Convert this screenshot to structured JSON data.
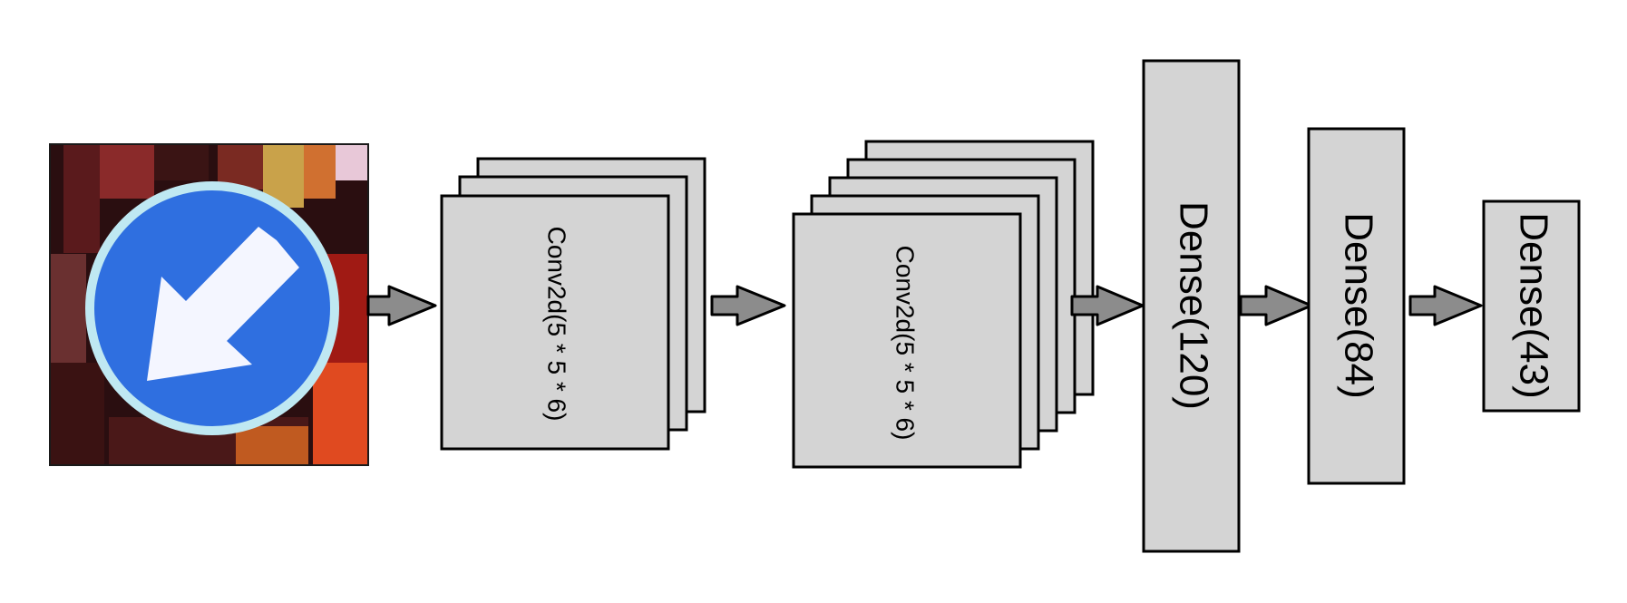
{
  "diagram": {
    "input": {
      "kind": "traffic sign image",
      "description_icon": "keep-left-sign-icon"
    },
    "layers": [
      {
        "id": "conv1",
        "label": "Conv2d(5 * 5 * 6)",
        "type": "conv"
      },
      {
        "id": "conv2",
        "label": "Conv2d(5 * 5 * 6)",
        "type": "conv"
      },
      {
        "id": "dense1",
        "label": "Dense(120)",
        "type": "dense"
      },
      {
        "id": "dense2",
        "label": "Dense(84)",
        "type": "dense"
      },
      {
        "id": "dense3",
        "label": "Dense(43)",
        "type": "dense"
      }
    ]
  },
  "colors": {
    "box_fill": "#d4d4d4",
    "box_stroke": "#000000",
    "arrow_fill": "#8c8c8c",
    "sign_blue": "#2f6fe0",
    "sign_ring": "#bfe8f2",
    "background_dark": "#2a0e10"
  }
}
